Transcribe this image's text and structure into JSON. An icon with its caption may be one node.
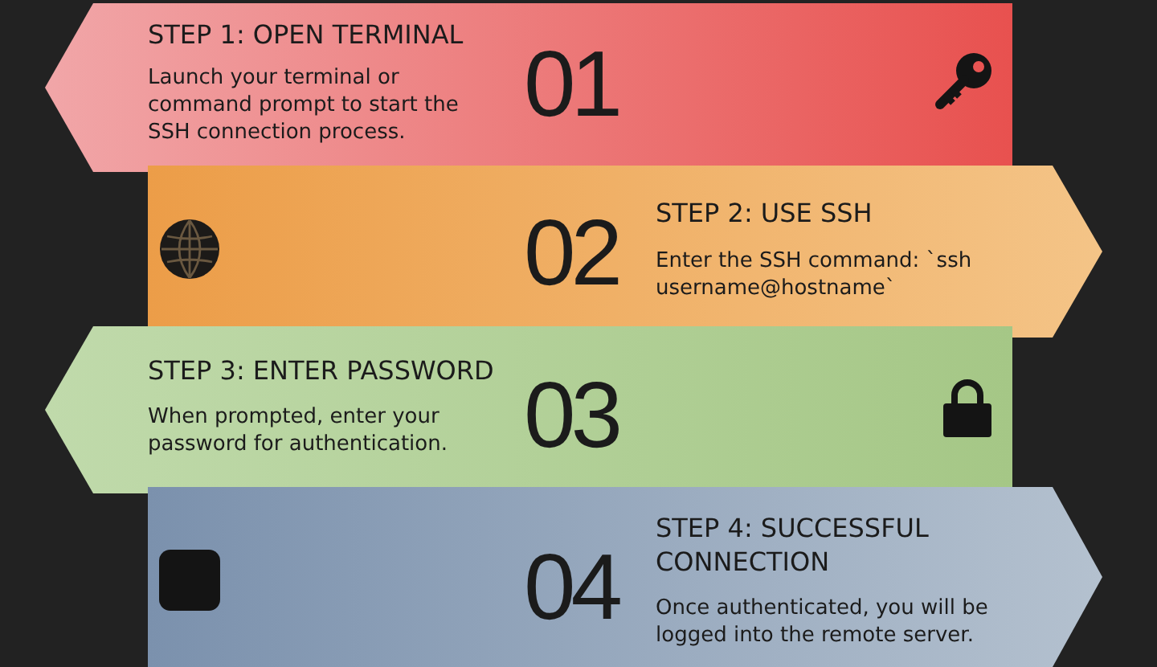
{
  "diagram": {
    "nodes": [
      {
        "text": [
          "STEP 1: OPEN TERMINAL",
          "Launch your terminal or command prompt to start the SSH connection process.",
          "01"
        ]
      },
      {
        "text": [
          "02",
          "STEP 2: USE SSH",
          "Enter the SSH command: `ssh username@hostname`"
        ]
      },
      {
        "text": [
          "STEP 3: ENTER PASSWORD",
          "When prompted, enter your password for authentication.",
          "03"
        ]
      },
      {
        "text": [
          "04",
          "STEP 4: SUCCESSFUL CONNECTION",
          "Once authenticated, you will be logged into the remote server."
        ]
      }
    ]
  }
}
